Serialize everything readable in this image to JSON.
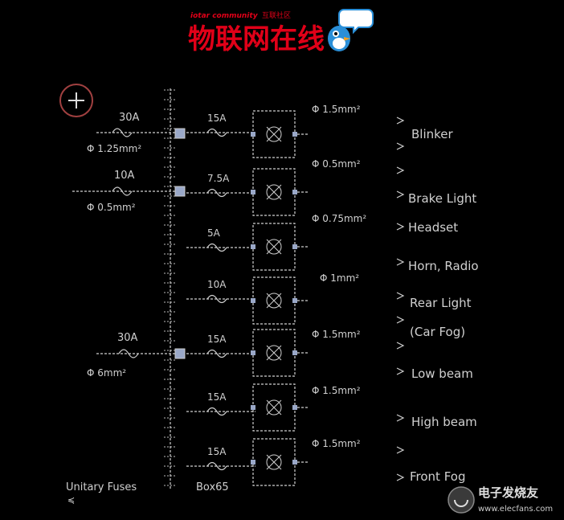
{
  "banner": {
    "tagline_brand": "iotar community",
    "tagline_rest": "互联社区",
    "title": "物联网在线"
  },
  "watermark": {
    "cn": "电子发烧友",
    "url": "www.elecfans.com"
  },
  "fuses_main": [
    {
      "label": "30A"
    },
    {
      "label": "10A"
    },
    {
      "label": "30A"
    }
  ],
  "wires_main": [
    {
      "label": "Φ 1.25mm²"
    },
    {
      "label": "Φ 0.5mm²"
    },
    {
      "label": "Φ 6mm²"
    }
  ],
  "fuses_branch": [
    {
      "label": "15A"
    },
    {
      "label": "7.5A"
    },
    {
      "label": "5A"
    },
    {
      "label": "10A"
    },
    {
      "label": "15A"
    },
    {
      "label": "15A"
    },
    {
      "label": "15A"
    }
  ],
  "wires_out": [
    {
      "label": "Φ 1.5mm²"
    },
    {
      "label": "Φ 0.5mm²"
    },
    {
      "label": "Φ 0.75mm²"
    },
    {
      "label": "Φ 1mm²"
    },
    {
      "label": "Φ 1.5mm²"
    },
    {
      "label": "Φ 1.5mm²"
    },
    {
      "label": "Φ 1.5mm²"
    }
  ],
  "loads": [
    {
      "label": "Blinker"
    },
    {
      "label": "Brake Light"
    },
    {
      "label": "Headset"
    },
    {
      "label": "Horn, Radio"
    },
    {
      "label": "Rear Light"
    },
    {
      "label": "(Car Fog)"
    },
    {
      "label": "Low beam"
    },
    {
      "label": "High beam"
    },
    {
      "label": "Front Fog"
    }
  ],
  "bottom": {
    "left": "Unitary Fuses",
    "center": "Box65"
  },
  "colors": {
    "background": "#000000",
    "banner_red": "#e00018",
    "bird_blue": "#2a8fd8",
    "wire": "#cfcfcf"
  },
  "icons": [
    "ground-symbol-icon",
    "bird-mascot-icon",
    "fuse-icon",
    "relay-icon",
    "elecfans-logo-icon"
  ]
}
